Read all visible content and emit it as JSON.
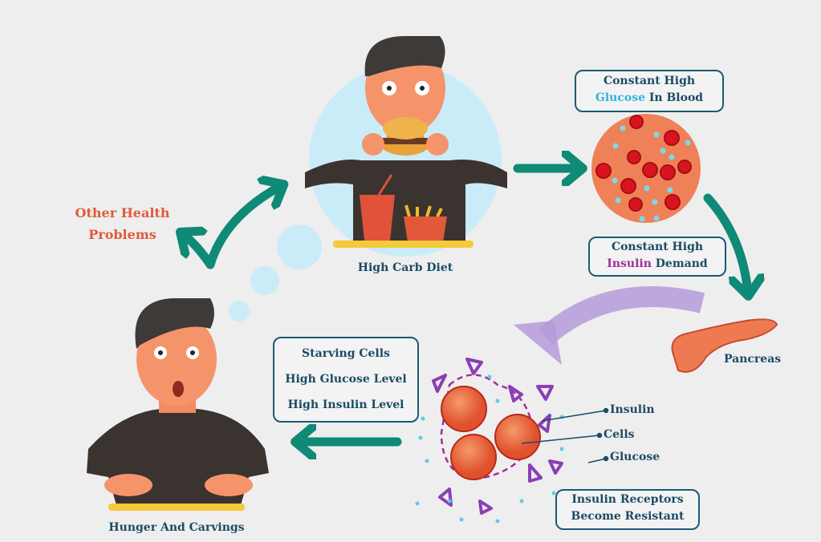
{
  "top_person": {
    "label": "High Carb Diet"
  },
  "bottom_person": {
    "label": "Hunger And Carvings"
  },
  "other": {
    "line1": "Other Health",
    "line2": "Problems"
  },
  "glucose_box": {
    "line1": "Constant High",
    "highlight": "Glucose",
    "rest": " In Blood"
  },
  "insulin_box": {
    "line1": "Constant High",
    "highlight": "Insulin",
    "rest": " Demand"
  },
  "pancreas": {
    "label": "Pancreas"
  },
  "status_box": {
    "lines": [
      "Starving Cells",
      "High Glucose Level",
      "High Insulin Level"
    ]
  },
  "legend": {
    "insulin": "Insulin",
    "cells": "Cells",
    "glucose": "Glucose"
  },
  "resist_box": {
    "line1": "Insulin Receptors",
    "line2": "Become Resistant"
  },
  "colors": {
    "teal_arrow": "#0e8a76",
    "text": "#1b4b66",
    "orange": "#e05a3a",
    "glucose": "#2bb3e0",
    "insulin": "#a0309a"
  }
}
